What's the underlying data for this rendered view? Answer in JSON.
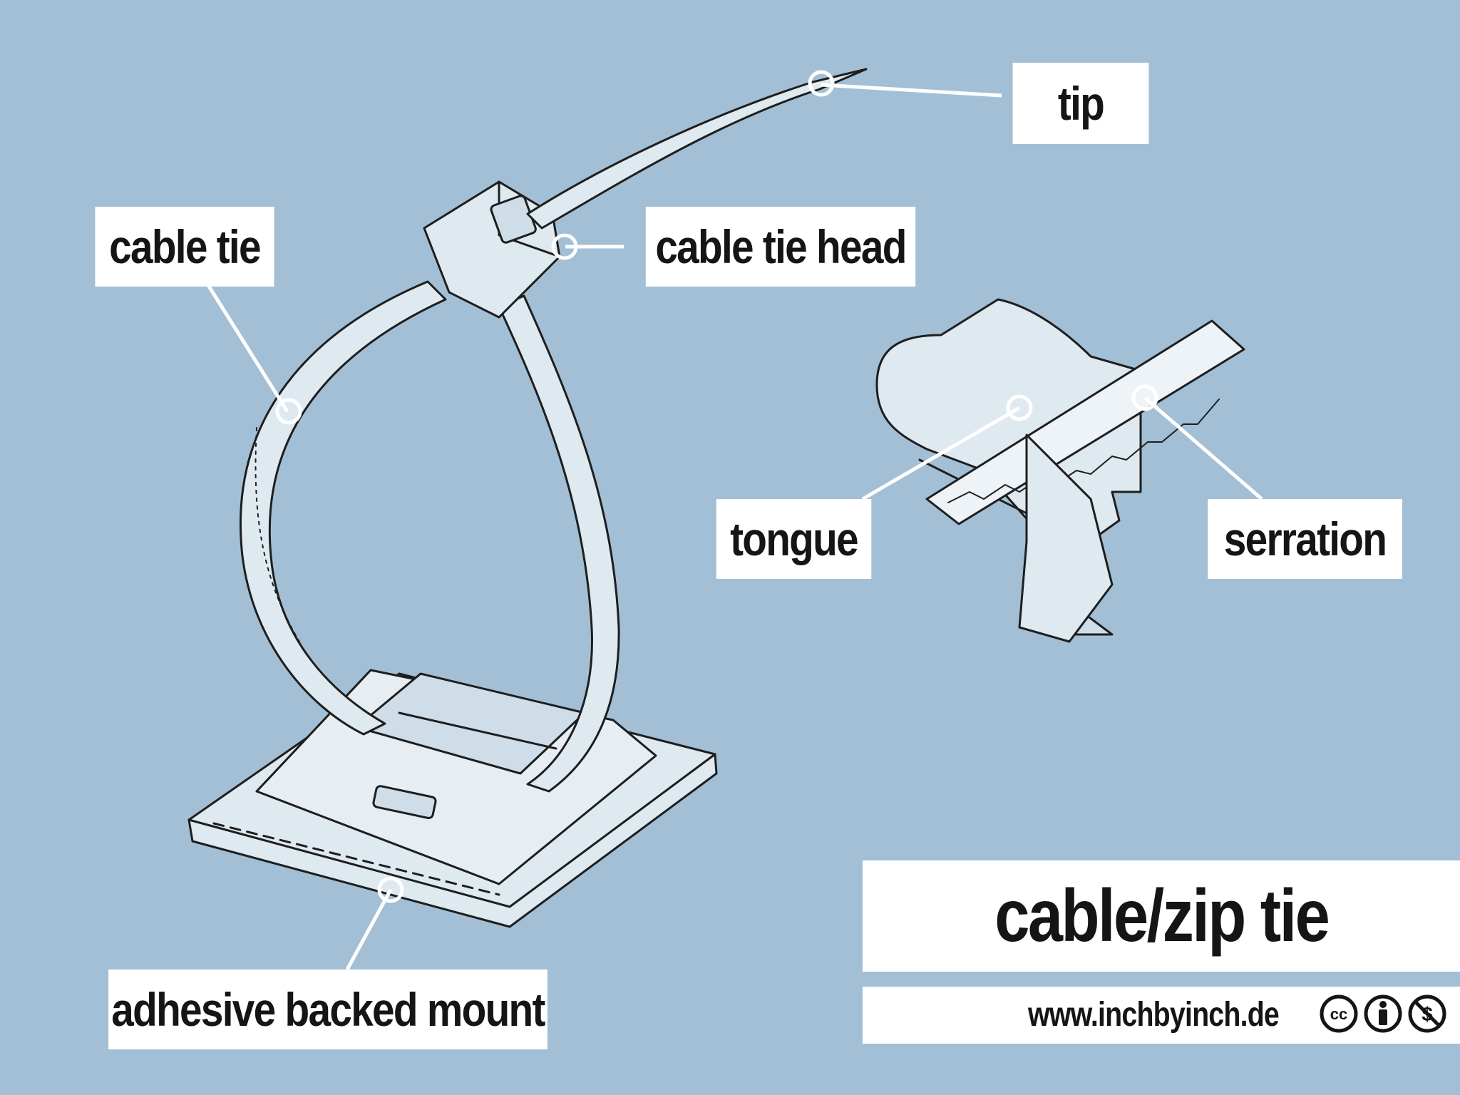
{
  "diagram": {
    "title": "cable/zip tie",
    "credit": "www.inchbyinch.de",
    "license_icons": [
      "cc-icon",
      "by-attribution-icon",
      "noncommercial-icon"
    ],
    "colors": {
      "background": "#a3bfd5",
      "tie": "#dfe9f0",
      "outline": "#1e1e1e",
      "label_bg": "#ffffff"
    },
    "labels": {
      "tip": "tip",
      "cable_tie": "cable tie",
      "cable_tie_head": "cable tie head",
      "tongue": "tongue",
      "serration": "serration",
      "adhesive_backed_mount": "adhesive backed mount"
    }
  }
}
